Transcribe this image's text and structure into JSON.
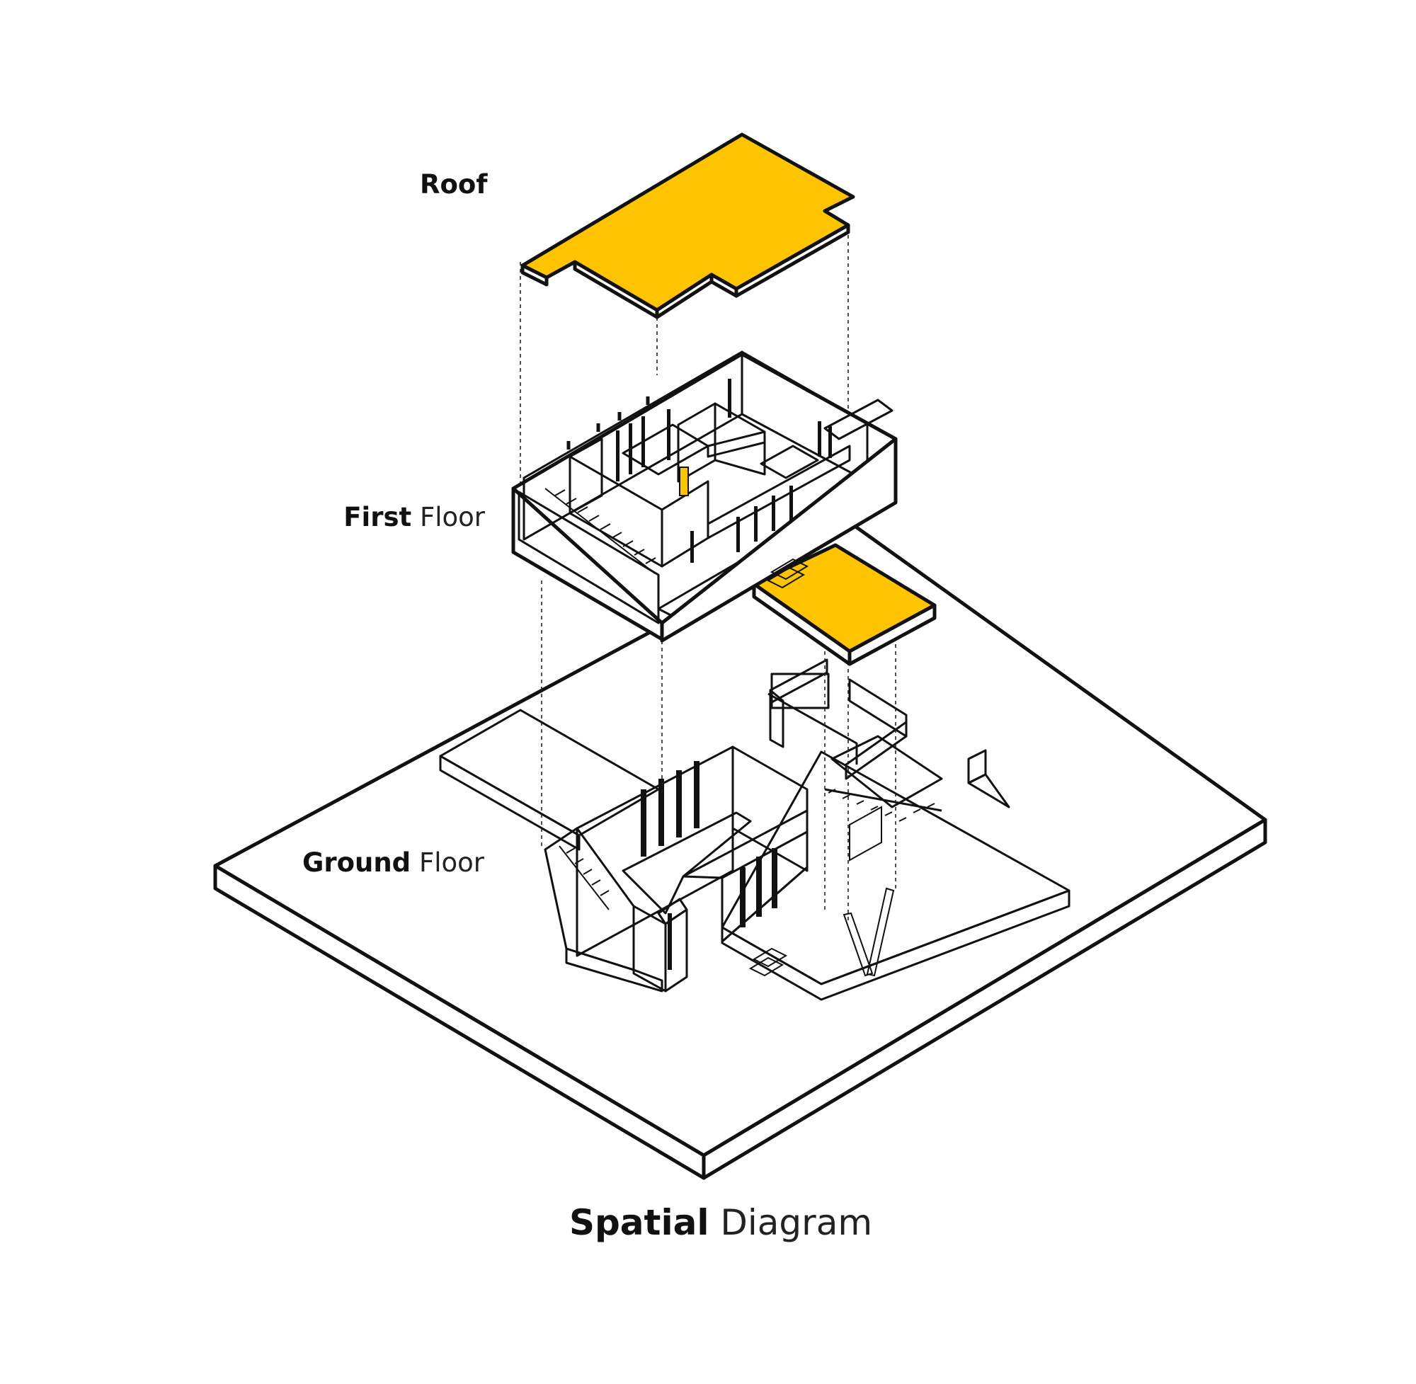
{
  "labels": {
    "roof": {
      "bold": "Roof",
      "light": ""
    },
    "first_floor": {
      "bold": "First",
      "light": "Floor"
    },
    "ground_floor": {
      "bold": "Ground",
      "light": "Floor"
    }
  },
  "title": {
    "bold": "Spatial",
    "light": "Diagram"
  },
  "colors": {
    "accent": "#FFC400",
    "line": "#111111",
    "wall": "#E2E2E2",
    "paper": "#FFFFFF"
  }
}
